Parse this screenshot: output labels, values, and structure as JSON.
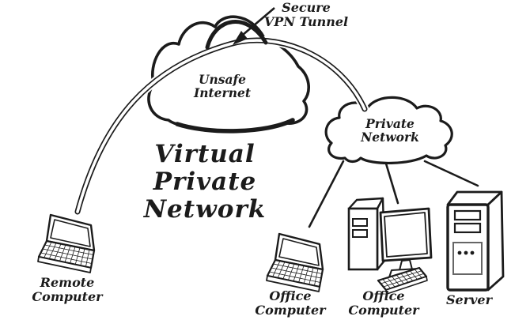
{
  "page": {
    "background": "#ffffff",
    "ink_color": "#1b1b1b"
  },
  "title": {
    "line1": "Virtual",
    "line2": "Private",
    "line3": "Network"
  },
  "tunnel_label": {
    "line1": "Secure",
    "line2": "VPN Tunnel"
  },
  "internet_cloud": {
    "line1": "Unsafe",
    "line2": "Internet"
  },
  "private_cloud": {
    "line1": "Private",
    "line2": "Network"
  },
  "remote_computer_label": {
    "line1": "Remote",
    "line2": "Computer"
  },
  "office_laptop_label": {
    "line1": "Office",
    "line2": "Computer"
  },
  "office_desktop_label": {
    "line1": "Office",
    "line2": "Computer"
  },
  "server_label": {
    "line1": "Server"
  }
}
